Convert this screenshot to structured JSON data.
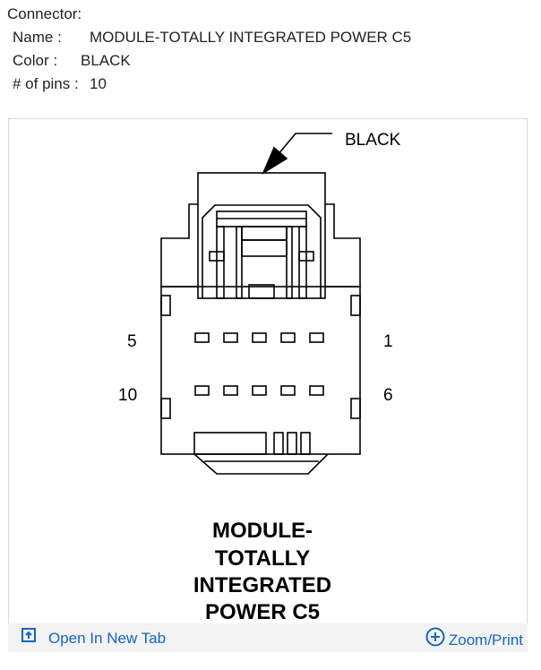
{
  "connector": {
    "heading": "Connector:",
    "name_label": "Name :",
    "name_value": "MODULE-TOTALLY INTEGRATED POWER C5",
    "color_label": "Color :",
    "color_value": "BLACK",
    "pins_label": "# of pins :",
    "pins_value": "10"
  },
  "diagram": {
    "color_callout": "BLACK",
    "pin_labels": {
      "top_left": "5",
      "top_right": "1",
      "bottom_left": "10",
      "bottom_right": "6"
    },
    "caption_lines": [
      "MODULE-",
      "TOTALLY",
      "INTEGRATED",
      "POWER C5"
    ]
  },
  "footer": {
    "open_label": "Open In New Tab",
    "zoom_label": "Zoom/Print"
  },
  "colors": {
    "link": "#1565c0",
    "line": "#000000"
  }
}
